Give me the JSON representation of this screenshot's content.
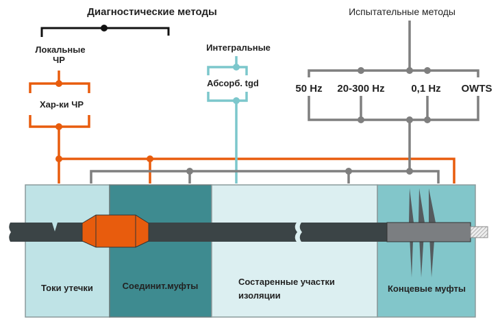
{
  "diagnostic": {
    "title": "Диагностические методы",
    "local_line1": "Локальные",
    "local_line2": "ЧР",
    "pd_char": "Хар-ки ЧР",
    "integral": "Интегральные",
    "absorb": "Абсорб. tgd"
  },
  "testing": {
    "title": "Испытательные методы",
    "methods": [
      "50 Hz",
      "20-300 Hz",
      "0,1 Hz",
      "OWTS"
    ]
  },
  "sections": {
    "leakage": "Токи утечки",
    "joints": "Соединит.муфты",
    "aged_line1": "Состаренные участки",
    "aged_line2": "изоляции",
    "terminations": "Концевые муфты"
  },
  "colors": {
    "orange": "#e85c0d",
    "cyan": "#7cc7cc",
    "gray": "#7f7f7f",
    "black": "#111111",
    "cable": "#3b4446"
  }
}
